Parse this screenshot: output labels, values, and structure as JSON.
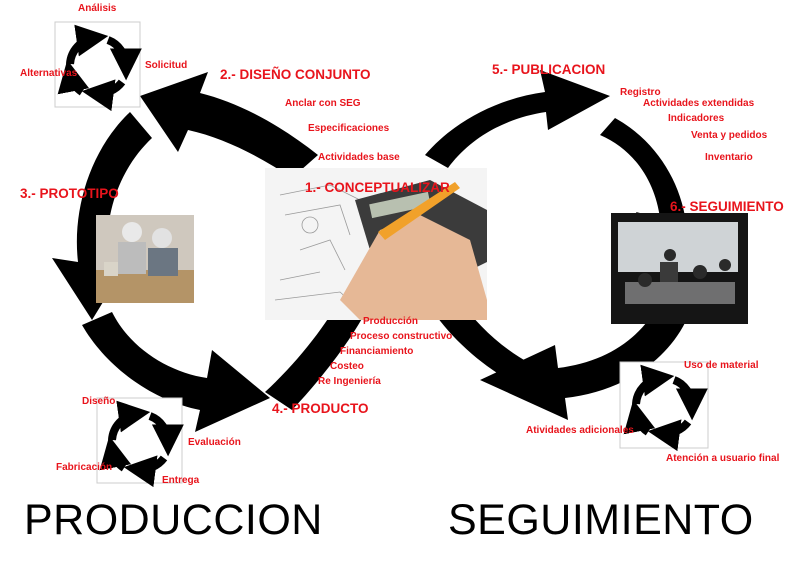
{
  "steps": {
    "conceptualizar": "1.- CONCEPTUALIZAR",
    "diseno": "2.- DISEÑO CONJUNTO",
    "prototipo": "3.- PROTOTIPO",
    "producto": "4.- PRODUCTO",
    "publicacion": "5.- PUBLICACION",
    "seguimiento": "6.- SEGUIMIENTO"
  },
  "design_cycle": [
    "Análisis",
    "Solicitud",
    "Alternativas"
  ],
  "design_items": [
    "Anclar con SEG",
    "Especificaciones",
    "Actividades base"
  ],
  "product_items": [
    "Producción",
    "Proceso constructivo",
    "Financiamiento",
    "Costeo",
    "Re Ingeniería"
  ],
  "production_cycle": [
    "Diseño",
    "Evaluación",
    "Fabricación",
    "Entrega"
  ],
  "publication_items": [
    "Registro",
    "Actividades extendidas",
    "Indicadores",
    "Venta y pedidos",
    "Inventario"
  ],
  "followup_cycle": [
    "Uso de material",
    "Atividades adicionales",
    "Atención a usuario final"
  ],
  "sections": {
    "left": "PRODUCCION",
    "right": "SEGUIMIENTO"
  },
  "colors": {
    "label": "#e8141c",
    "arrow": "#000000"
  },
  "icons": [
    "recycle-arrows-icon"
  ]
}
